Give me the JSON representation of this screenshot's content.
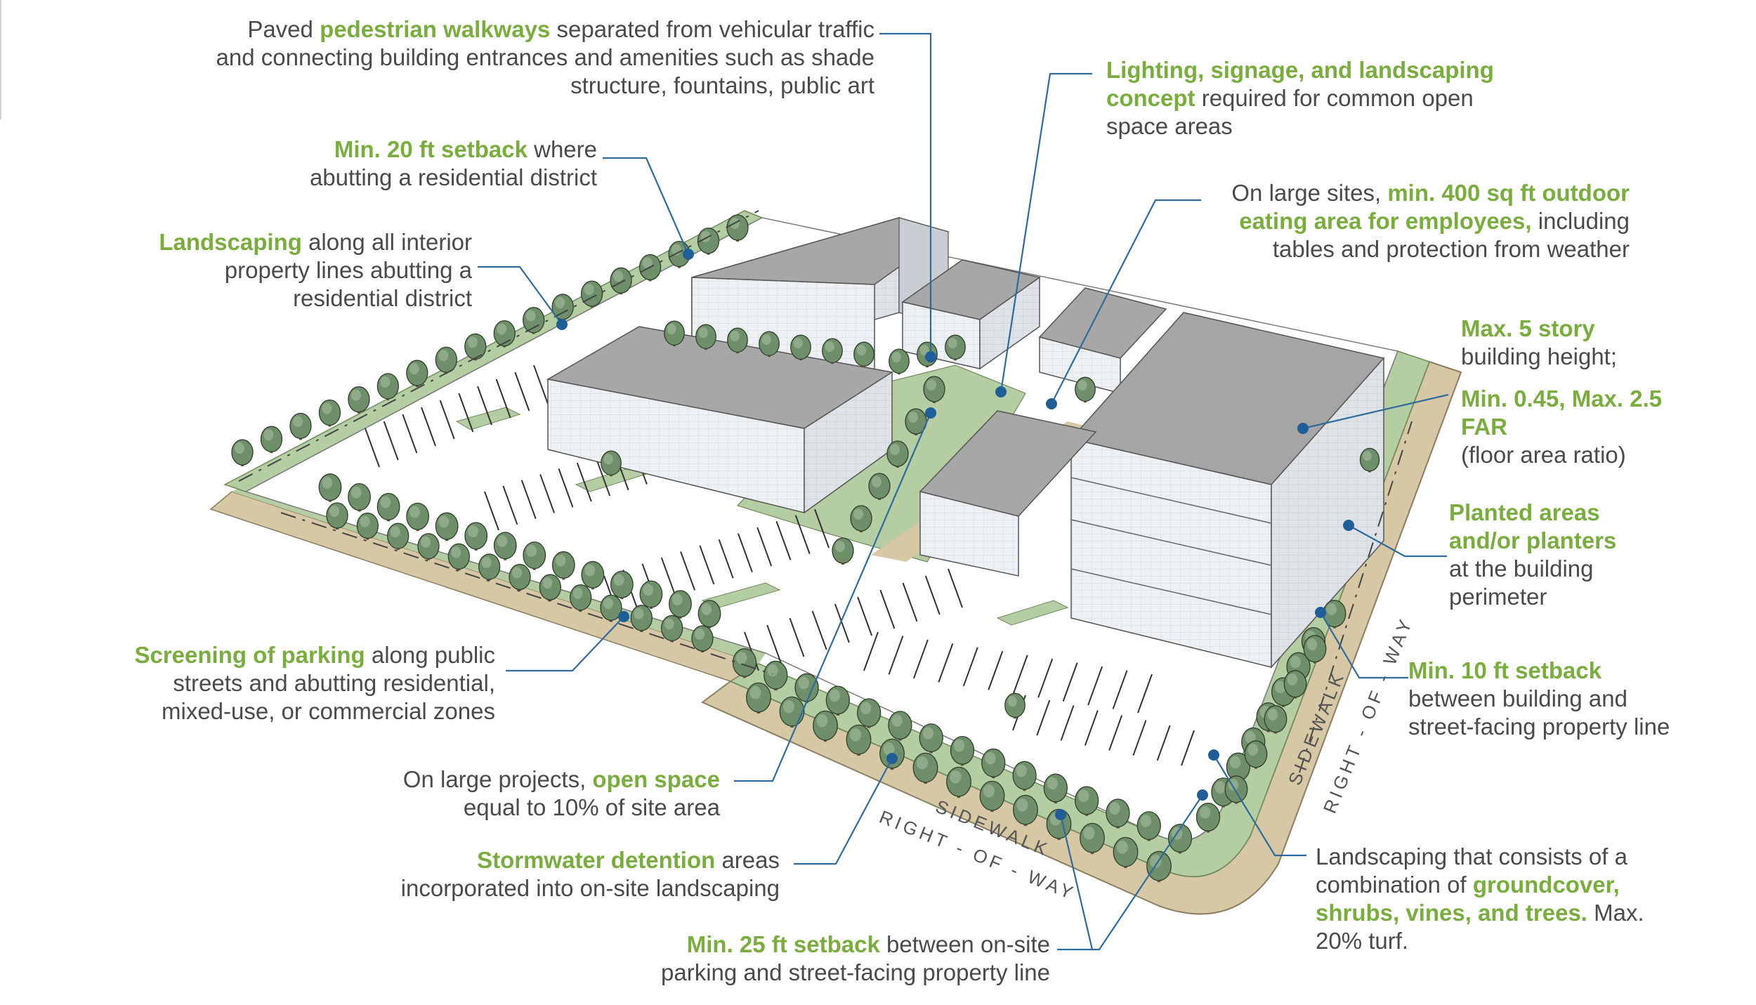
{
  "colors": {
    "highlight": "#7aac3f",
    "body_text": "#4a4a4a",
    "leader": "#2e6a9c",
    "lawn": "#b7cfa4",
    "sidewalk": "#d8c9a8",
    "building_roof": "#a6a6a6",
    "building_wall": "#e8ecf0",
    "tree_canopy": "#6f8f6a"
  },
  "road_labels": {
    "sidewalk_front": "SIDEWALK",
    "row_front": "RIGHT - OF - WAY",
    "sidewalk_side": "SIDEWALK",
    "row_side": "RIGHT - OF - WAY"
  },
  "callouts": {
    "pedestrian": {
      "pre": "Paved ",
      "hl": "pedestrian walkways",
      "post": " separated from vehicular traffic and connecting building entrances and amenities such as shade structure, fountains, public art"
    },
    "setback20": {
      "hl": "Min. 20 ft setback",
      "post": " where abutting a residential district"
    },
    "landscaping_lines": {
      "hl": "Landscaping",
      "post": " along all interior property lines abutting a residential district"
    },
    "lighting": {
      "hl": "Lighting, signage, and landscaping concept",
      "post": " required for common open space areas"
    },
    "eating": {
      "pre": "On large sites, ",
      "hl": "min. 400 sq ft outdoor eating area for employees,",
      "post": " including tables and protection from weather"
    },
    "story": {
      "hl": "Max. 5 story",
      "post": "building height;"
    },
    "far": {
      "hl": "Min. 0.45, Max. 2.5 FAR",
      "post": "(floor area ratio)"
    },
    "planted": {
      "hl": "Planted areas and/or planters",
      "post": "at the building perimeter"
    },
    "setback10": {
      "hl": "Min. 10 ft setback",
      "post": "between building and street-facing property line"
    },
    "screening": {
      "hl": "Screening of parking",
      "post": " along public streets and abutting residential, mixed-use, or commercial zones"
    },
    "openspace": {
      "pre": "On large projects, ",
      "hl": "open space",
      "post": " equal to 10% of site area"
    },
    "stormwater": {
      "hl": "Stormwater detention",
      "post": " areas incorporated into on-site landscaping"
    },
    "groundcover": {
      "pre": "Landscaping that consists of a combination of ",
      "hl": "groundcover, shrubs, vines, and trees.",
      "post": " Max. 20% turf."
    },
    "setback25": {
      "hl": "Min. 25 ft setback",
      "post": " between on-site parking and street-facing property line"
    }
  }
}
